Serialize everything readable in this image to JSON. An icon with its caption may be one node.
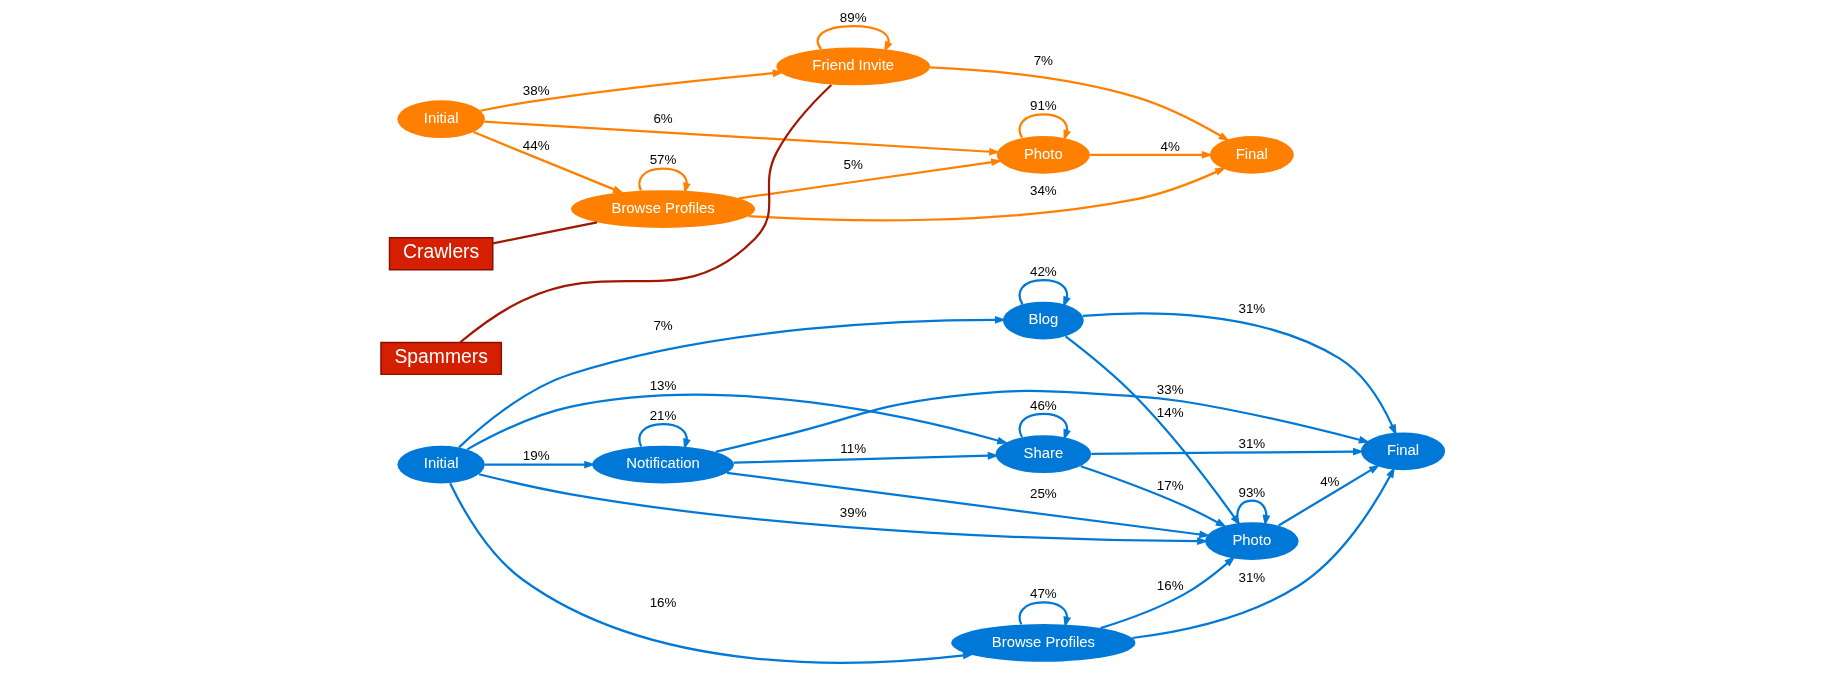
{
  "diagram": {
    "nodes": [
      {
        "text": [
          "Notification"
        ]
      },
      {
        "text": [
          "Blog"
        ]
      },
      {
        "text": [
          "Initial"
        ]
      },
      {
        "text": [
          "Photo"
        ]
      },
      {
        "text": [
          "Final"
        ]
      },
      {
        "text": [
          "Share"
        ]
      },
      {
        "text": [
          "Browse Profiles"
        ]
      },
      {
        "text": [
          "Friend Invite"
        ]
      },
      {
        "text": [
          "Initial"
        ]
      },
      {
        "text": [
          "Photo"
        ]
      },
      {
        "text": [
          "Final"
        ]
      },
      {
        "text": [
          "Browse Profiles"
        ]
      },
      {
        "text": [
          "Spammers"
        ]
      },
      {
        "text": [
          "Crawlers"
        ]
      }
    ],
    "edges": [
      {
        "from": 0,
        "to": 0,
        "arrow": "to",
        "label": "21%"
      },
      {
        "from": 1,
        "to": 1,
        "arrow": "to",
        "label": "42%"
      },
      {
        "from": 2,
        "to": 0,
        "arrow": "to",
        "label": "19%"
      },
      {
        "from": 0,
        "to": 5,
        "arrow": "to",
        "label": "11%"
      },
      {
        "from": 0,
        "to": 4,
        "arrow": "to",
        "label": "33%"
      },
      {
        "from": 0,
        "to": 3,
        "arrow": "to",
        "label": "25%"
      },
      {
        "from": 2,
        "to": 1,
        "arrow": "to",
        "label": "7%"
      },
      {
        "from": 1,
        "to": 3,
        "arrow": "to",
        "label": "14%"
      },
      {
        "from": 1,
        "to": 4,
        "arrow": "to",
        "label": "31%"
      },
      {
        "from": 2,
        "to": 3,
        "arrow": "to",
        "label": "39%"
      },
      {
        "from": 3,
        "to": 4,
        "arrow": "to",
        "label": "4%"
      },
      {
        "from": 3,
        "to": 3,
        "arrow": "to",
        "label": "93%"
      },
      {
        "from": 2,
        "to": 5,
        "arrow": "to",
        "label": "13%"
      },
      {
        "from": 2,
        "to": 6,
        "arrow": "to",
        "label": "16%"
      },
      {
        "from": 5,
        "to": 3,
        "arrow": "to",
        "label": "17%"
      },
      {
        "from": 5,
        "to": 4,
        "arrow": "to",
        "label": "31%"
      },
      {
        "from": 5,
        "to": 5,
        "arrow": "to",
        "label": "46%"
      },
      {
        "from": 6,
        "to": 3,
        "arrow": "to",
        "label": "16%"
      },
      {
        "from": 6,
        "to": 4,
        "arrow": "to",
        "label": "31%"
      },
      {
        "from": 6,
        "to": 6,
        "arrow": "to",
        "label": "47%"
      },
      {
        "from": 7,
        "to": 7,
        "arrow": "to",
        "label": "89%",
        "color": "#ff8000"
      },
      {
        "from": 8,
        "to": 7,
        "arrow": "to",
        "label": "38%",
        "color": "#ff8000"
      },
      {
        "from": 7,
        "to": 10,
        "arrow": "to",
        "label": "7%",
        "color": "#ff8000"
      },
      {
        "from": 8,
        "to": 9,
        "arrow": "to",
        "label": "6%",
        "color": "#ff8000"
      },
      {
        "from": 9,
        "to": 9,
        "arrow": "to",
        "label": "91%",
        "color": "#ff8000"
      },
      {
        "from": 9,
        "to": 10,
        "arrow": "to",
        "label": "4%",
        "color": "#ff8000"
      },
      {
        "from": 8,
        "to": 11,
        "arrow": "to",
        "label": "44%",
        "color": "#ff8000"
      },
      {
        "from": 11,
        "to": 9,
        "arrow": "to",
        "label": "5%",
        "color": "#ff8000"
      },
      {
        "from": 11,
        "to": 10,
        "arrow": "to",
        "label": "34%",
        "color": "#ff8000"
      },
      {
        "from": 11,
        "to": 11,
        "arrow": "to",
        "label": "57%",
        "color": "#ff8000"
      },
      {
        "from": 12,
        "to": 7,
        "arrow": "none",
        "color": "#a01800"
      },
      {
        "from": 13,
        "to": 11,
        "arrow": "none",
        "color": "#a01800"
      }
    ]
  }
}
